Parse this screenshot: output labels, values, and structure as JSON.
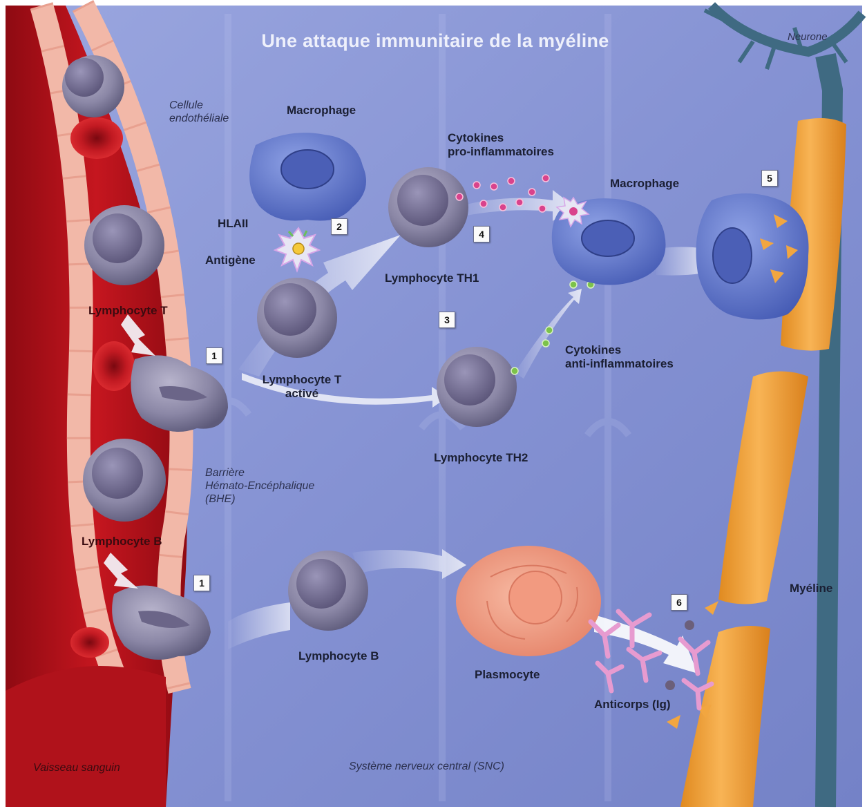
{
  "title": "Une attaque immunitaire de la myéline",
  "labels": {
    "neurone": "Neurone",
    "cellule_endotheliale": [
      "Cellule",
      "endothéliale"
    ],
    "macrophage_top": "Macrophage",
    "cytokines_pro": [
      "Cytokines",
      "pro-inflammatoires"
    ],
    "macrophage_right": "Macrophage",
    "hlaii": "HLAII",
    "antigene": "Antigène",
    "lymphocyte_t": "Lymphocyte T",
    "lymphocyte_th1": "Lymphocyte TH1",
    "lymphocyte_t_active": [
      "Lymphocyte T",
      "activé"
    ],
    "cytokines_anti": [
      "Cytokines",
      "anti-inflammatoires"
    ],
    "lymphocyte_th2": "Lymphocyte TH2",
    "bhe": [
      "Barrière",
      "Hémato-Encéphalique",
      "(BHE)"
    ],
    "lymphocyte_b_vessel": "Lymphocyte B",
    "myeline": "Myéline",
    "lymphocyte_b": "Lymphocyte B",
    "plasmocyte": "Plasmocyte",
    "anticorps": "Anticorps (Ig)",
    "vaisseau": "Vaisseau sanguin",
    "snc": "Système nerveux central (SNC)"
  },
  "steps": [
    "1",
    "2",
    "3",
    "4",
    "5",
    "1",
    "6"
  ],
  "colors": {
    "background": "#8a97d6",
    "vessel": "#b3141e",
    "endothelium": "#f2b8a8",
    "myelin": "#f2a640",
    "axon": "#3f6a82",
    "macrophage": "#5a6fc8",
    "lymphocyte": "#8a86a4",
    "plasmocyte": "#f2a58c",
    "antibody": "#e79bd0",
    "cytokine_pro": "#d9438c",
    "cytokine_anti": "#7cc24a"
  }
}
